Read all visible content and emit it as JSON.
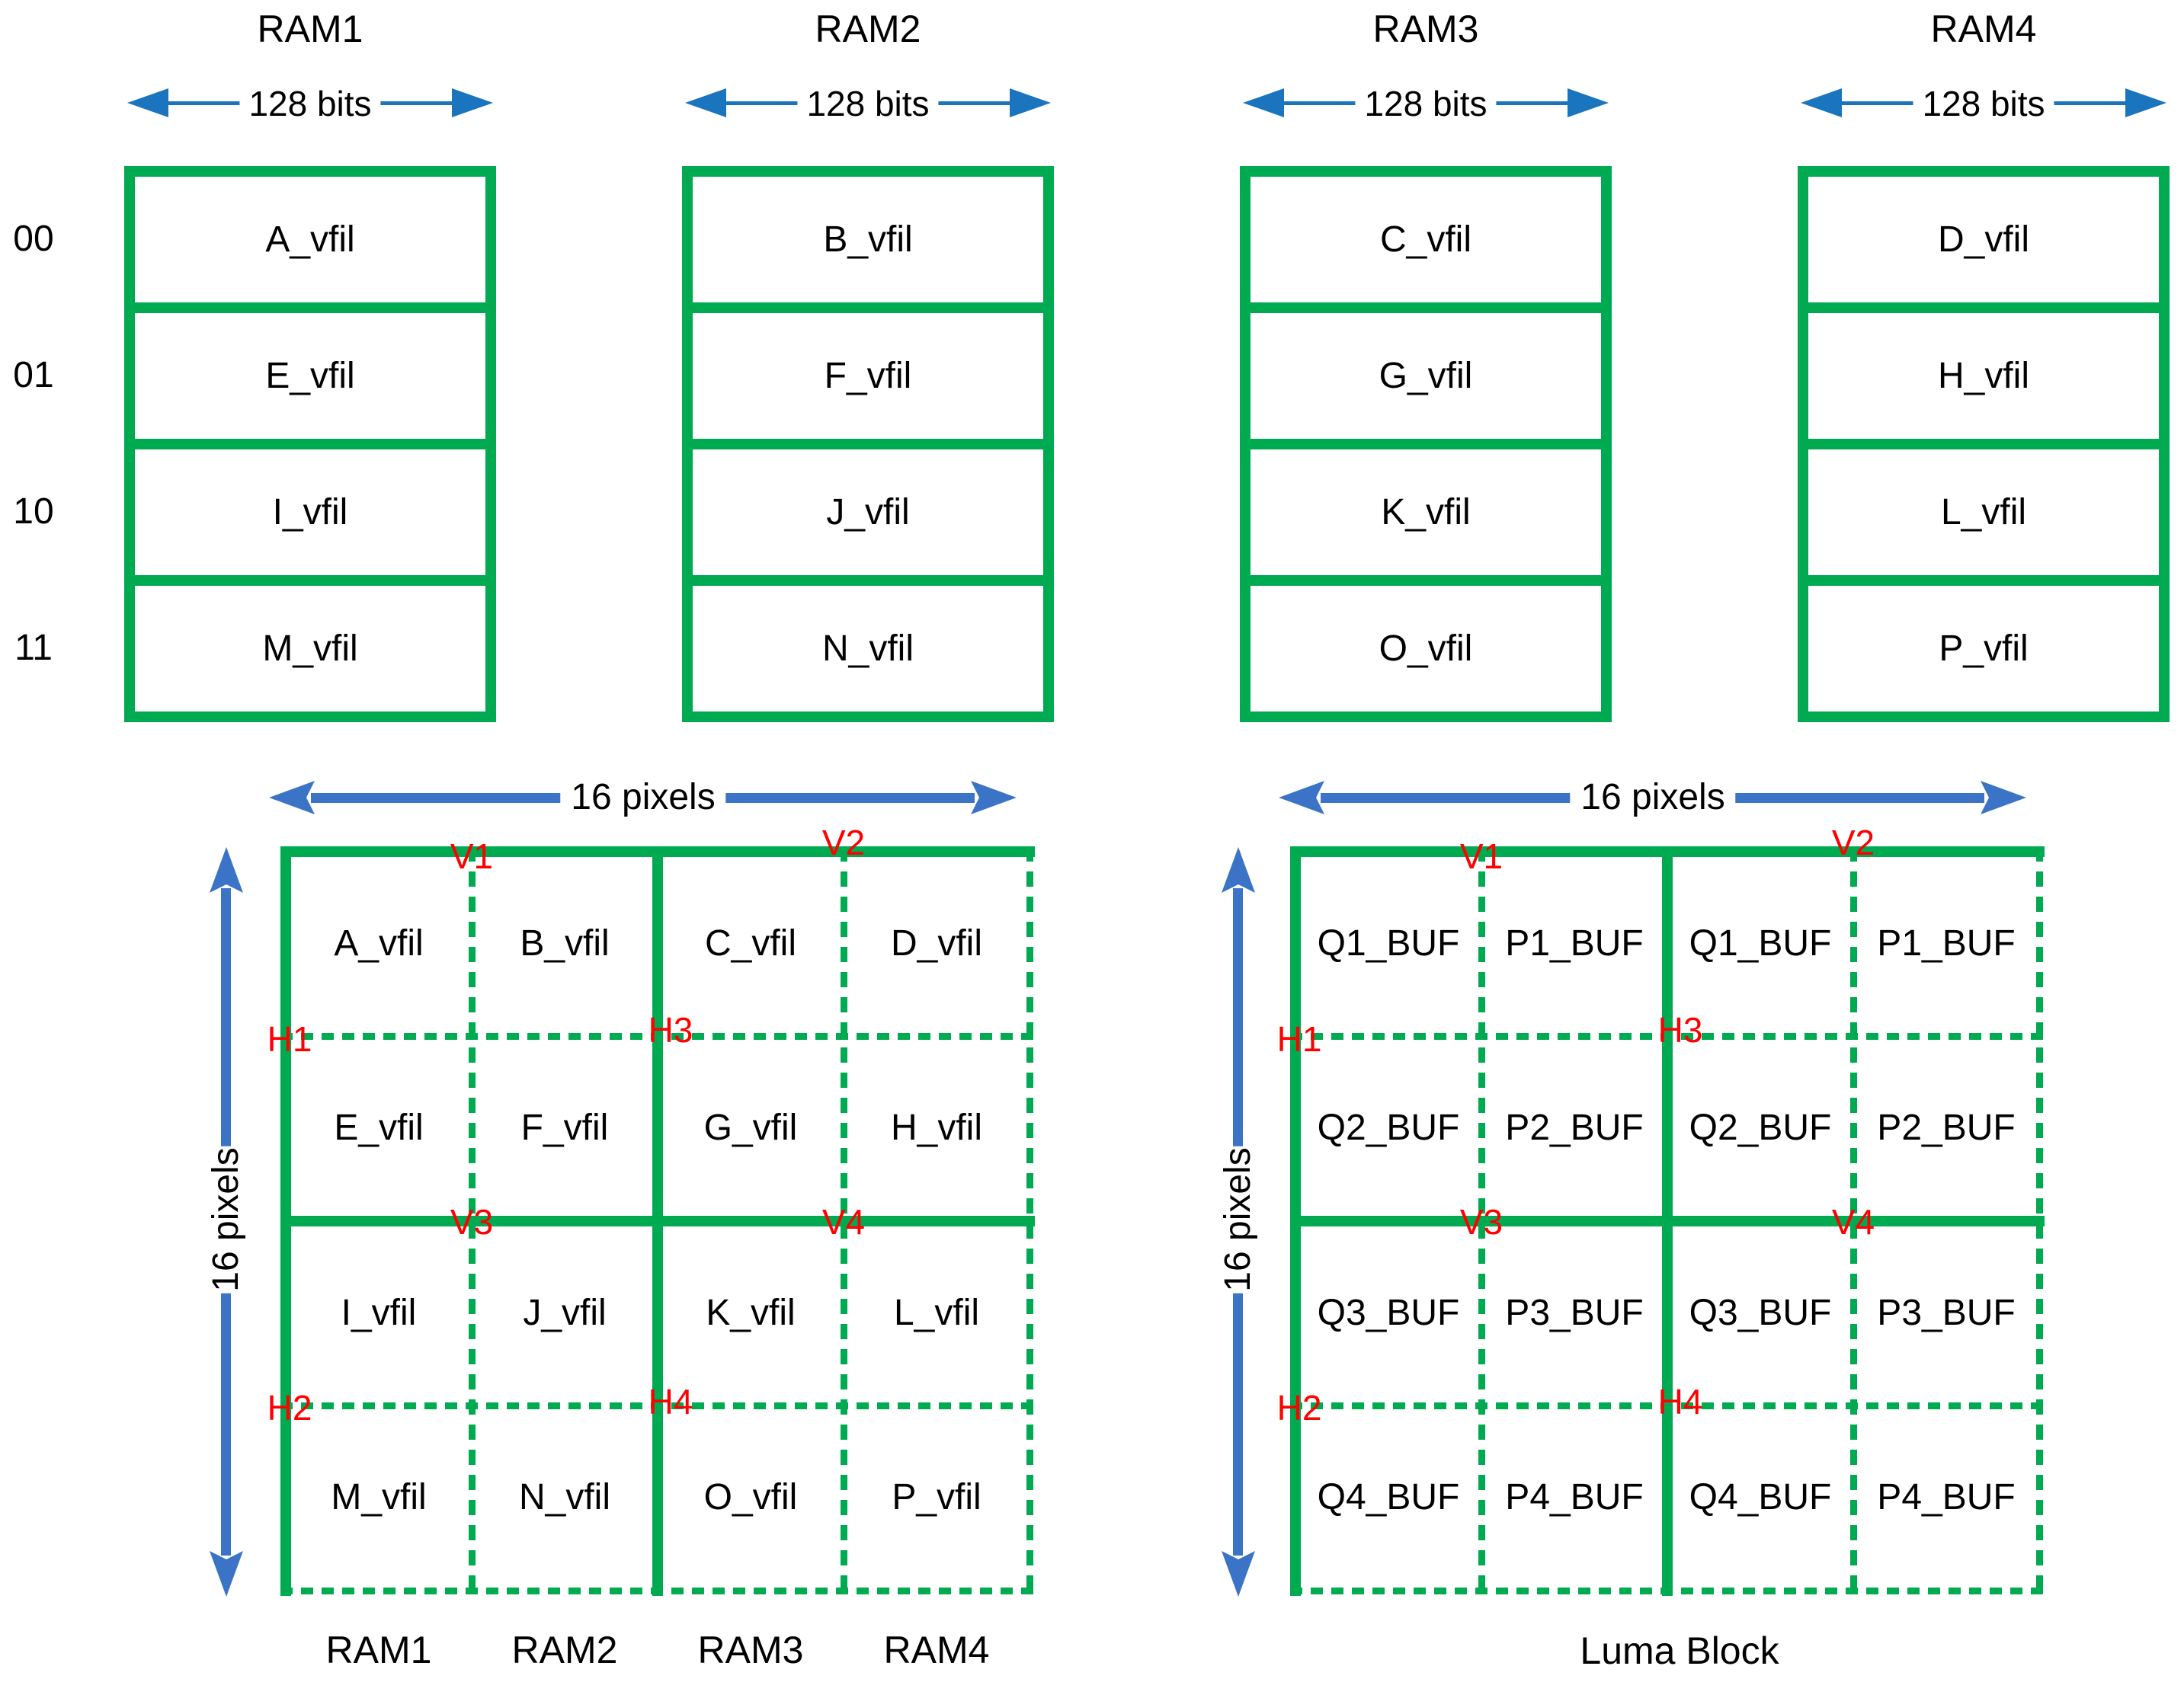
{
  "colors": {
    "grid_green": "#00AA50",
    "dimension_arrow_blue_thick": "#3B74C6",
    "dimension_arrow_blue_thin": "#1B74BE",
    "marker_red": "#FF0000",
    "text_black": "#000000"
  },
  "memory_banks": {
    "address_labels": [
      "00",
      "01",
      "10",
      "11"
    ],
    "banks": [
      {
        "name": "RAM1",
        "width_label": "128 bits",
        "rows": [
          "A_vfil",
          "E_vfil",
          "I_vfil",
          "M_vfil"
        ]
      },
      {
        "name": "RAM2",
        "width_label": "128 bits",
        "rows": [
          "B_vfil",
          "F_vfil",
          "J_vfil",
          "N_vfil"
        ]
      },
      {
        "name": "RAM3",
        "width_label": "128 bits",
        "rows": [
          "C_vfil",
          "G_vfil",
          "K_vfil",
          "O_vfil"
        ]
      },
      {
        "name": "RAM4",
        "width_label": "128 bits",
        "rows": [
          "D_vfil",
          "H_vfil",
          "L_vfil",
          "P_vfil"
        ]
      }
    ]
  },
  "grids": [
    {
      "width_label": "16 pixels",
      "height_label": "16 pixels",
      "cells": [
        [
          "A_vfil",
          "B_vfil",
          "C_vfil",
          "D_vfil"
        ],
        [
          "E_vfil",
          "F_vfil",
          "G_vfil",
          "H_vfil"
        ],
        [
          "I_vfil",
          "J_vfil",
          "K_vfil",
          "L_vfil"
        ],
        [
          "M_vfil",
          "N_vfil",
          "O_vfil",
          "P_vfil"
        ]
      ],
      "markers": {
        "v1": "V1",
        "v2": "V2",
        "v3": "V3",
        "v4": "V4",
        "h1": "H1",
        "h2": "H2",
        "h3": "H3",
        "h4": "H4"
      },
      "bottom_labels": [
        "RAM1",
        "RAM2",
        "RAM3",
        "RAM4"
      ]
    },
    {
      "width_label": "16 pixels",
      "height_label": "16 pixels",
      "cells": [
        [
          "Q1_BUF",
          "P1_BUF",
          "Q1_BUF",
          "P1_BUF"
        ],
        [
          "Q2_BUF",
          "P2_BUF",
          "Q2_BUF",
          "P2_BUF"
        ],
        [
          "Q3_BUF",
          "P3_BUF",
          "Q3_BUF",
          "P3_BUF"
        ],
        [
          "Q4_BUF",
          "P4_BUF",
          "Q4_BUF",
          "P4_BUF"
        ]
      ],
      "markers": {
        "v1": "V1",
        "v2": "V2",
        "v3": "V3",
        "v4": "V4",
        "h1": "H1",
        "h2": "H2",
        "h3": "H3",
        "h4": "H4"
      },
      "bottom_labels": [
        "Luma Block"
      ]
    }
  ]
}
